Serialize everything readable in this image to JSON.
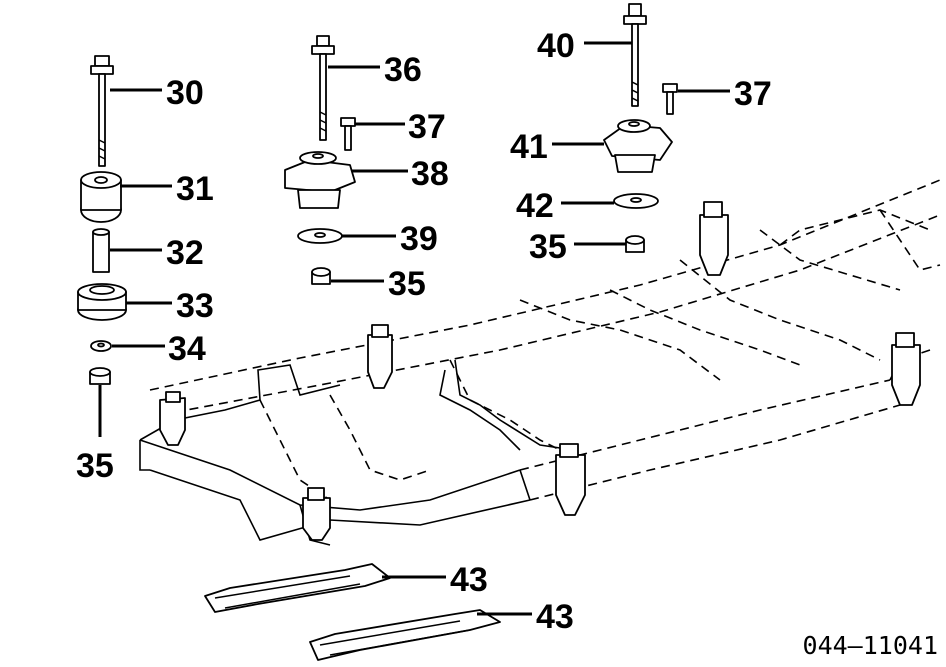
{
  "diagram": {
    "callouts": {
      "c30": "30",
      "c31": "31",
      "c32": "32",
      "c33": "33",
      "c34": "34",
      "c35a": "35",
      "c36": "36",
      "c37a": "37",
      "c38": "38",
      "c39": "39",
      "c35b": "35",
      "c40": "40",
      "c37b": "37",
      "c41": "41",
      "c42": "42",
      "c35c": "35",
      "c43a": "43",
      "c43b": "43"
    },
    "figure_code": "044–11041"
  }
}
